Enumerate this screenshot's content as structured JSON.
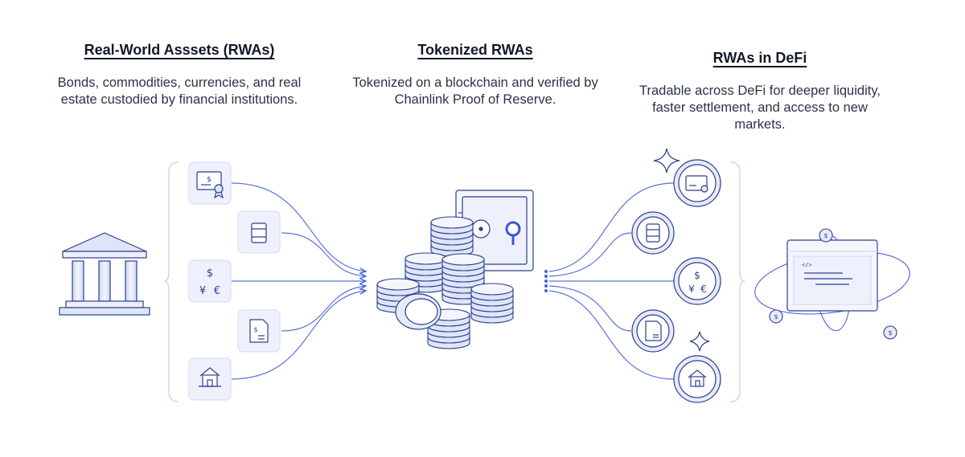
{
  "columns": [
    {
      "title": "Real-World Asssets (RWAs)",
      "description": "Bonds, commodities, currencies, and real estate custodied by financial institutions."
    },
    {
      "title": "Tokenized RWAs",
      "description": "Tokenized on a blockchain and verified by Chainlink Proof of Reserve."
    },
    {
      "title": "RWAs in DeFi",
      "description": "Tradable across DeFi for deeper liquidity, faster settlement, and access to new markets."
    }
  ],
  "assets": [
    {
      "name": "bond-certificate-icon"
    },
    {
      "name": "commodity-barrel-icon"
    },
    {
      "name": "currency-symbols-icon"
    },
    {
      "name": "document-icon"
    },
    {
      "name": "house-icon"
    }
  ],
  "currency_glyphs": {
    "dollar": "$",
    "yen": "¥",
    "euro": "€"
  },
  "code_glyph": "</>",
  "colors": {
    "stroke": "#2b3f8f",
    "accent": "#3a56d4",
    "tile_fill": "#eef1fb",
    "tile_stroke": "#d3daf2",
    "coin_fill": "#e7ebf8",
    "line": "#5b73d9"
  }
}
